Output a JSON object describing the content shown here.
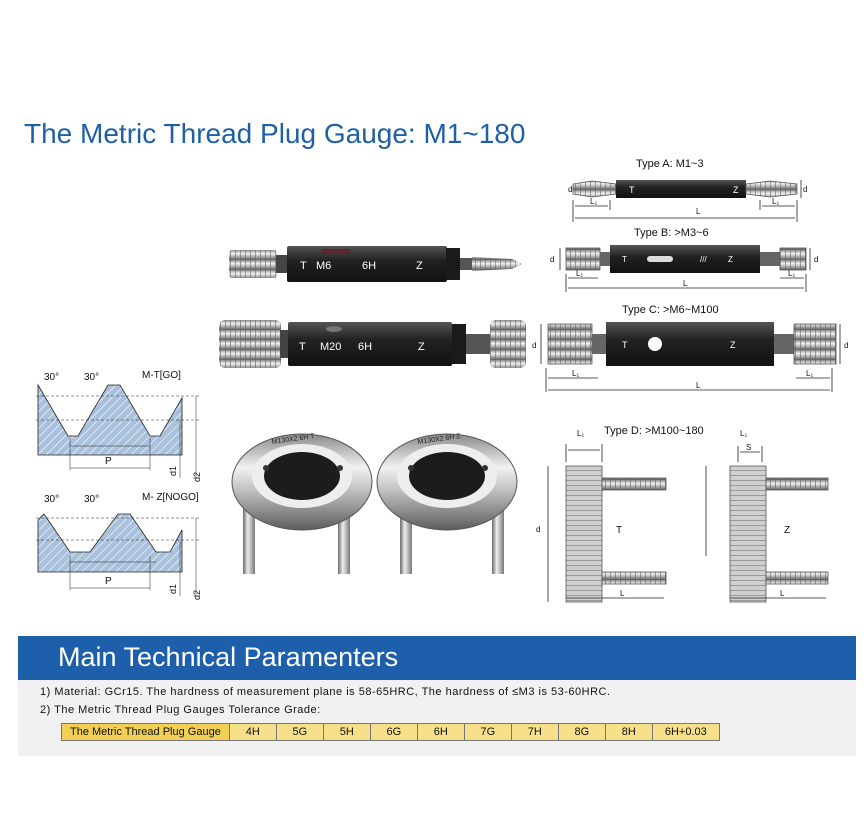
{
  "title": "The Metric Thread Plug Gauge: M1~180",
  "types": {
    "a": "Type A: M1~3",
    "b": "Type B: >M3~6",
    "c": "Type C: >M6~M100",
    "d": "Type D: >M100~180"
  },
  "gauge_small": {
    "t": "T",
    "size": "M6",
    "grade": "6H",
    "z": "Z"
  },
  "gauge_large": {
    "t": "T",
    "size": "M20",
    "grade": "6H",
    "z": "Z"
  },
  "ring_labels": {
    "go": "M130X2 6H T",
    "nogo": "M130X2 6H Z"
  },
  "profile_go": {
    "angle_left": "30°",
    "angle_right": "30°",
    "name": "M-T[GO]",
    "pitch": "P",
    "d1": "d1",
    "d2": "d2"
  },
  "profile_nogo": {
    "angle_left": "30°",
    "angle_right": "30°",
    "name": "M- Z[NOGO]",
    "pitch": "P",
    "d1": "d1",
    "d2": "d2"
  },
  "dims": {
    "L": "L",
    "L1": "L₁",
    "d": "d",
    "S": "S",
    "T": "T",
    "Z": "Z"
  },
  "banner_title": "Main Technical Paramenters",
  "param_lines": [
    "1) Material: GCr15. The hardness of measurement plane is 58-65HRC, The hardness of ≤M3 is 53-60HRC.",
    "2) The Metric Thread Plug Gauges Tolerance Grade:"
  ],
  "grade_table": {
    "header": "The Metric Thread Plug Gauge",
    "grades": [
      "4H",
      "5G",
      "5H",
      "6G",
      "6H",
      "7G",
      "7H",
      "8G",
      "8H",
      "6H+0.03"
    ]
  },
  "colors": {
    "title_blue": "#1f5fa8",
    "banner_blue": "#1d5fab",
    "table_yellow": "#f7e08a",
    "profile_blue": "#a9c1dc"
  }
}
